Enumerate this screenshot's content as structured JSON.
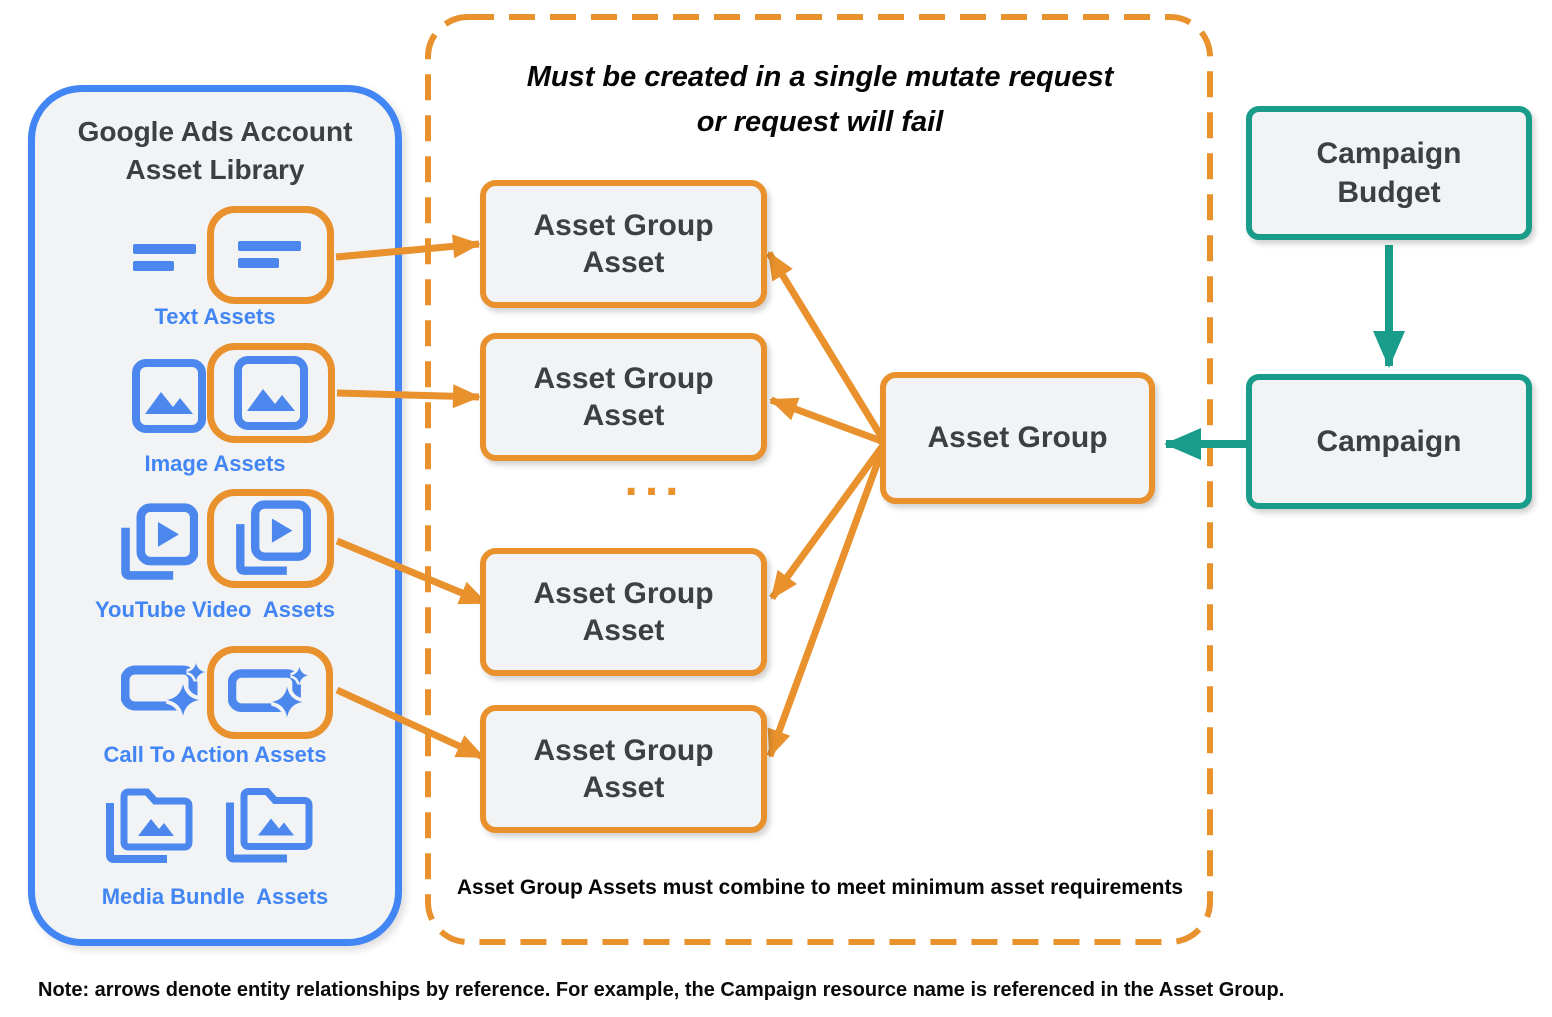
{
  "colors": {
    "blue": "#4285F4",
    "orange": "#E8912D",
    "teal": "#1A9C8B",
    "panel_fill": "#F1F3F4",
    "dark_text": "#3C4043"
  },
  "library": {
    "title_line1": "Google Ads Account",
    "title_line2": "Asset Library",
    "items": [
      {
        "label": "Text Assets",
        "icon": "text-lines-icon",
        "highlighted": true
      },
      {
        "label": "Image Assets",
        "icon": "image-icon",
        "highlighted": true
      },
      {
        "label": "YouTube Video  Assets",
        "icon": "video-library-icon",
        "highlighted": true
      },
      {
        "label": "Call To Action Assets",
        "icon": "call-to-action-icon",
        "highlighted": true
      },
      {
        "label": "Media Bundle  Assets",
        "icon": "media-bundle-icon",
        "highlighted": false
      }
    ]
  },
  "mutate_panel": {
    "title_line1": "Must be created in a single mutate request",
    "title_line2": "or request will fail",
    "asset_group_asset_label": "Asset Group Asset",
    "ellipsis": "...",
    "asset_group_label": "Asset Group",
    "caption": "Asset Group Assets must combine to meet minimum asset requirements"
  },
  "campaign_column": {
    "campaign_budget_label": "Campaign Budget",
    "campaign_label": "Campaign"
  },
  "footnote": "Note: arrows denote entity relationships by reference. For example, the Campaign resource name is referenced in the Asset Group."
}
